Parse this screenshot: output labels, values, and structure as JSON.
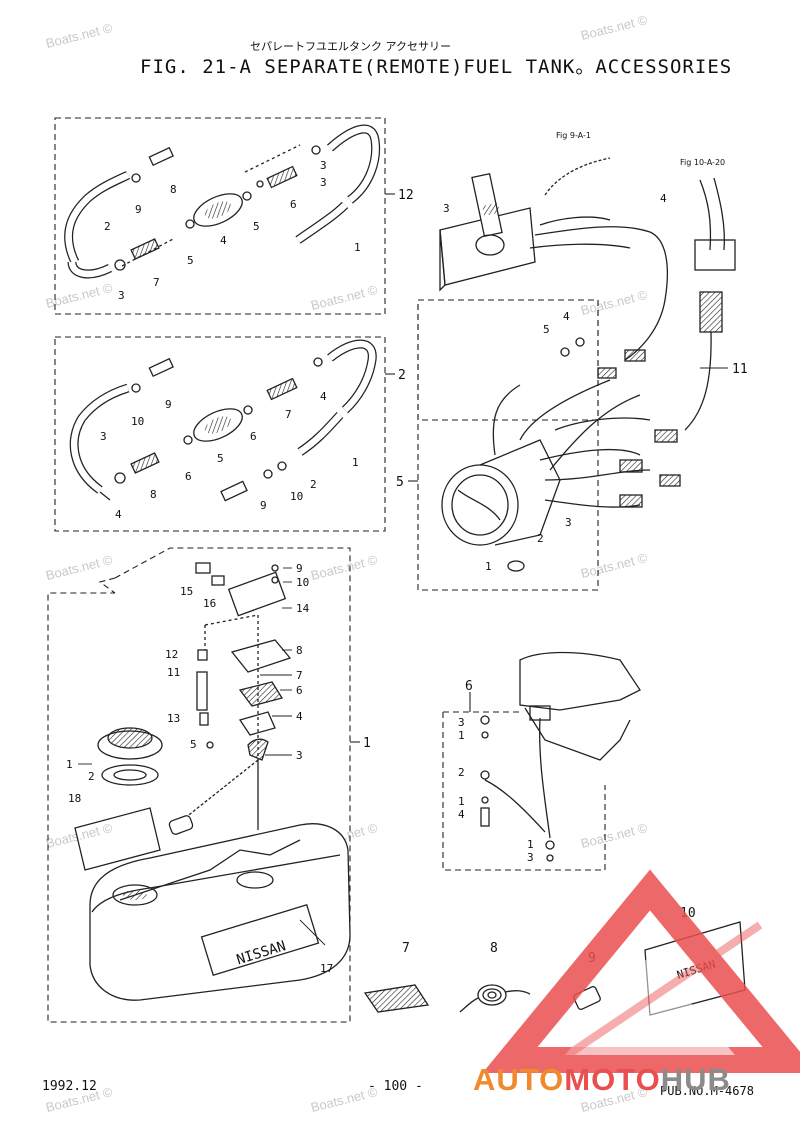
{
  "header": {
    "japanese_title": "セパレートフユエルタンク アクセサリー",
    "title": "FIG. 21-A SEPARATE(REMOTE)FUEL TANK。ACCESSORIES"
  },
  "references": {
    "fig9": "Fig 9-A-1",
    "fig10": "Fig 10-A-20"
  },
  "footer": {
    "date": "1992.12",
    "page": "- 100 -",
    "pub": "PUB.NO.M-4678"
  },
  "watermark": "Boats.net ©",
  "brand": {
    "auto": "AUTO",
    "moto": "MOTO",
    "hub": "HUB",
    "colors": {
      "orange": "#f08a2c",
      "red": "#ea4f4f",
      "gray": "#8b8b8b"
    }
  },
  "groups": {
    "g12": "12",
    "g2": "2",
    "g1": "1",
    "g5": "5",
    "g6": "6",
    "g11": "11",
    "g7": "7",
    "g8": "8",
    "g9": "9",
    "g10": "10"
  },
  "labels": {
    "a": {
      "c2": "2",
      "c9": "9",
      "c8": "8",
      "c3a": "3",
      "c6": "6",
      "c3b": "3",
      "c4": "4",
      "c5": "5",
      "c5b": "5",
      "c7": "7",
      "c3c": "3",
      "c1": "1"
    },
    "b": {
      "c10": "10",
      "c9": "9",
      "c3": "3",
      "c4a": "4",
      "c7": "7",
      "c6": "6",
      "c5": "5",
      "c6b": "6",
      "c8": "8",
      "c4b": "4",
      "c2": "2",
      "c10b": "10",
      "c9b": "9",
      "c1": "1"
    },
    "c": {
      "c15": "15",
      "c16": "16",
      "c9": "9",
      "c10": "10",
      "c14": "14",
      "c8": "8",
      "c12": "12",
      "c7": "7",
      "c11": "11",
      "c6": "6",
      "c13": "13",
      "c4": "4",
      "c5": "5",
      "c3": "3",
      "c1": "1",
      "c2": "2",
      "c18": "18",
      "c17": "17"
    },
    "d": {
      "c3": "3",
      "c4": "4",
      "c5a": "5",
      "c4b": "4",
      "c2": "2",
      "c3b": "3",
      "c1": "1"
    },
    "e": {
      "c3": "3",
      "c1": "1",
      "c2": "2",
      "c1b": "1",
      "c4": "4",
      "c1c": "1",
      "c3b": "3"
    }
  }
}
